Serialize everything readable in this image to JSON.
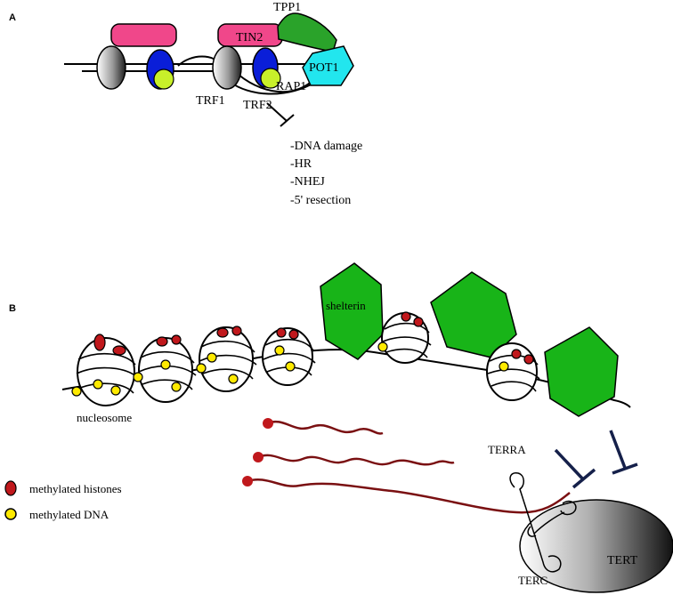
{
  "panel_a": {
    "letter": "A",
    "proteins": {
      "tin2": "TIN2",
      "tpp1": "TPP1",
      "pot1": "POT1",
      "trf1": "TRF1",
      "trf2": "TRF2",
      "rap1": "RAP1"
    },
    "inhibited_processes": [
      "-DNA damage",
      "-HR",
      "-NHEJ",
      "-5' resection"
    ]
  },
  "panel_b": {
    "letter": "B",
    "shelterin": "shelterin",
    "nucleosome": "nucleosome",
    "terra": "TERRA",
    "tert": "TERT",
    "terc": "TERC",
    "legend": {
      "methylated_histones": "methylated histones",
      "methylated_dna": "methylated DNA"
    }
  },
  "colors": {
    "tin2_pink": "#f0478a",
    "tpp1_green": "#2aa32a",
    "pot1_cyan": "#22e6ee",
    "trf2_blue": "#0a1ed8",
    "rap1_yellowgreen": "#c8f02a",
    "shelterin_green": "#18b418",
    "histone_red": "#c0181c",
    "dna_yellow": "#ffea00",
    "terra_darkred": "#7a1012",
    "inhibition_navy": "#15204a"
  }
}
